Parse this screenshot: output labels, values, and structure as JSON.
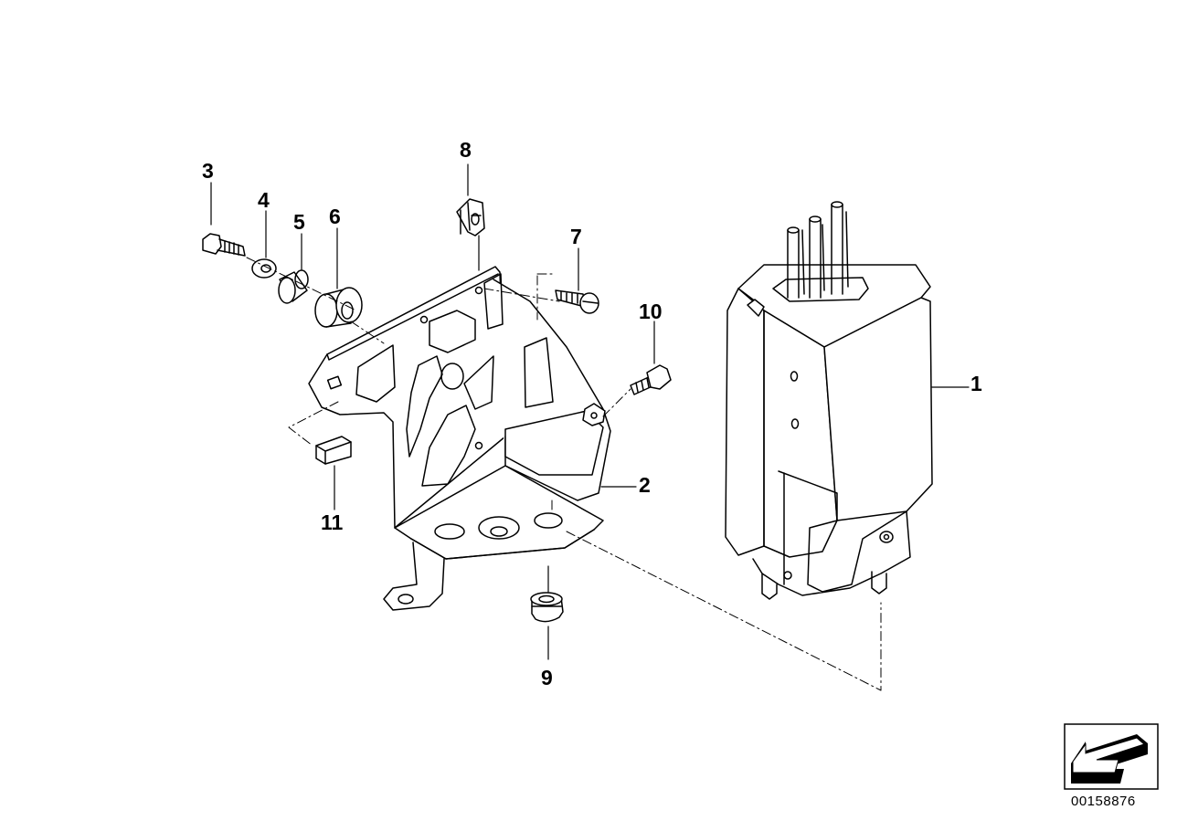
{
  "callouts": {
    "p1": "1",
    "p2": "2",
    "p3": "3",
    "p4": "4",
    "p5": "5",
    "p6": "6",
    "p7": "7",
    "p8": "8",
    "p9": "9",
    "p10": "10",
    "p11": "11"
  },
  "catalog_number": "00158876",
  "icons": {
    "orientation": "direction-arrow-icon"
  },
  "colors": {
    "line": "#000000",
    "background": "#ffffff"
  }
}
